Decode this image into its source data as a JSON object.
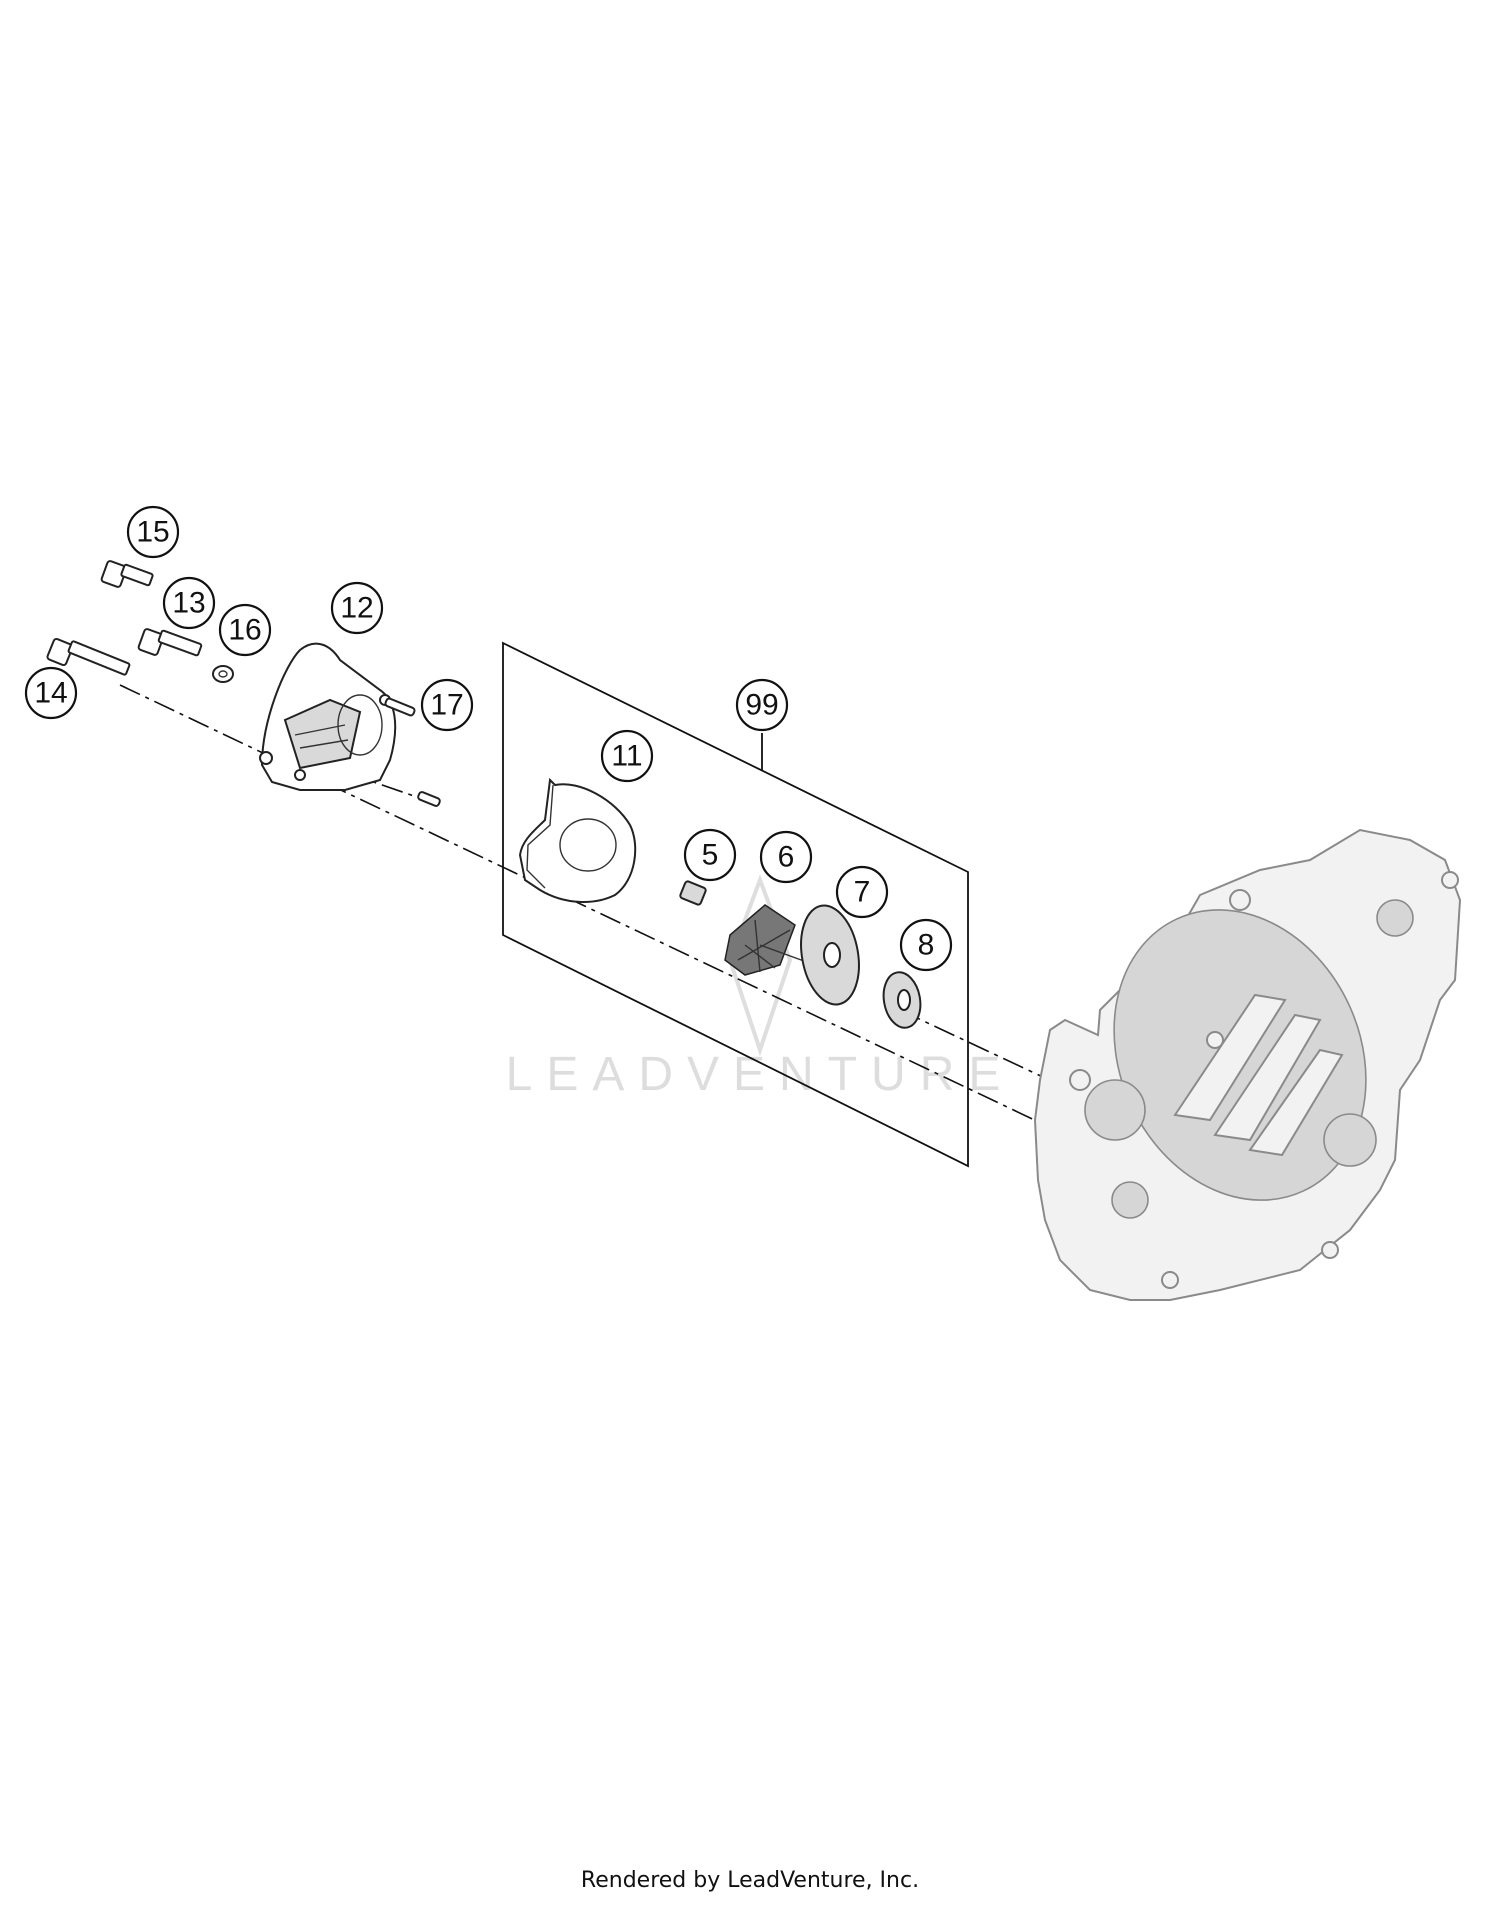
{
  "callouts": [
    {
      "id": "15",
      "label": "15"
    },
    {
      "id": "13",
      "label": "13"
    },
    {
      "id": "16",
      "label": "16"
    },
    {
      "id": "12",
      "label": "12"
    },
    {
      "id": "14",
      "label": "14"
    },
    {
      "id": "17",
      "label": "17"
    },
    {
      "id": "99",
      "label": "99"
    },
    {
      "id": "11",
      "label": "11"
    },
    {
      "id": "5",
      "label": "5"
    },
    {
      "id": "6",
      "label": "6"
    },
    {
      "id": "7",
      "label": "7"
    },
    {
      "id": "8",
      "label": "8"
    }
  ],
  "watermark": "LEADVENTURE",
  "footer": "Rendered by LeadVenture, Inc."
}
